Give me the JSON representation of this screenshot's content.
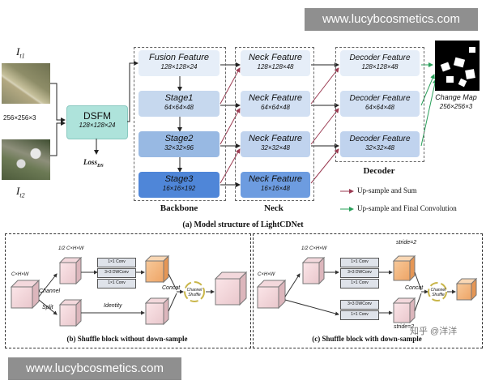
{
  "watermarks": {
    "top": "www.lucybcosmetics.com",
    "bottom": "www.lucybcosmetics.com"
  },
  "inputs": {
    "it1": "I",
    "it1_sub": "t1",
    "it2": "I",
    "it2_sub": "t2",
    "dims": "256×256×3"
  },
  "dsfm": {
    "label": "DSFM",
    "dims": "128×128×24",
    "loss": "Loss",
    "loss_sub": "DS"
  },
  "backbone": {
    "header": "Backbone",
    "blocks": [
      {
        "name": "Fusion Feature",
        "dims": "128×128×24"
      },
      {
        "name": "Stage1",
        "dims": "64×64×48"
      },
      {
        "name": "Stage2",
        "dims": "32×32×96"
      },
      {
        "name": "Stage3",
        "dims": "16×16×192"
      }
    ]
  },
  "neck": {
    "header": "Neck",
    "blocks": [
      {
        "name": "Neck Feature",
        "dims": "128×128×48"
      },
      {
        "name": "Neck Feature",
        "dims": "64×64×48"
      },
      {
        "name": "Neck Feature",
        "dims": "32×32×48"
      },
      {
        "name": "Neck Feature",
        "dims": "16×16×48"
      }
    ]
  },
  "decoder": {
    "header": "Decoder",
    "blocks": [
      {
        "name": "Decoder Feature",
        "dims": "128×128×48"
      },
      {
        "name": "Decoder Feature",
        "dims": "64×64×48"
      },
      {
        "name": "Decoder Feature",
        "dims": "32×32×48"
      }
    ]
  },
  "output": {
    "title": "Change Map",
    "dims": "256×256×3"
  },
  "legend": {
    "sum": "Up-sample and Sum",
    "final": "Up-sample and Final Convolution"
  },
  "captions": {
    "a": "(a) Model structure of LightCDNet",
    "b": "(b) Shuffle block without down-sample",
    "c": "(c) Shuffle block with down-sample"
  },
  "shuffle": {
    "input": "C×H×W",
    "half": "C×H×W",
    "half_frac": "1/2",
    "conv1": "1×1 Conv",
    "dwconv": "3×3 DWConv",
    "conv2": "1×1 Conv",
    "channel": "Channel",
    "split": "Split",
    "identity": "Identity",
    "concat": "Concat",
    "shuffle_label": "Channel Shuffle",
    "stride1": "stride=2",
    "stride2": "stride=2"
  },
  "site_mark": "知乎 @洋洋"
}
